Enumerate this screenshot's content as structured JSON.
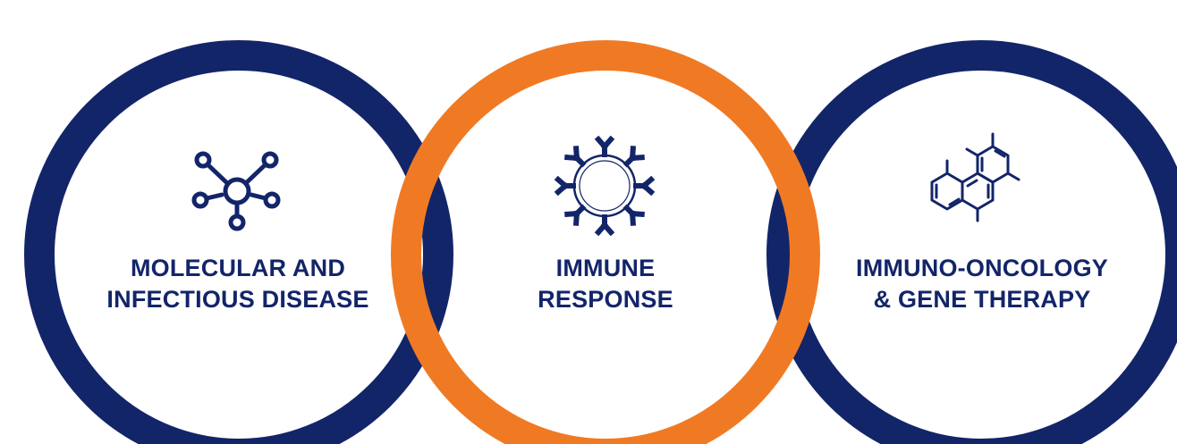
{
  "colors": {
    "navy": "#132569",
    "orange": "#f07a24",
    "background": "#ffffff"
  },
  "areas": [
    {
      "icon": "molecule-network-icon",
      "ring_color": "navy",
      "label_lines": [
        "MOLECULAR AND",
        "INFECTIOUS DISEASE"
      ]
    },
    {
      "icon": "antibody-cell-icon",
      "ring_color": "orange",
      "label_lines": [
        "IMMUNE",
        "RESPONSE"
      ]
    },
    {
      "icon": "polycyclic-compound-icon",
      "ring_color": "navy",
      "label_lines": [
        "IMMUNO-ONCOLOGY",
        "& GENE THERAPY"
      ]
    }
  ]
}
